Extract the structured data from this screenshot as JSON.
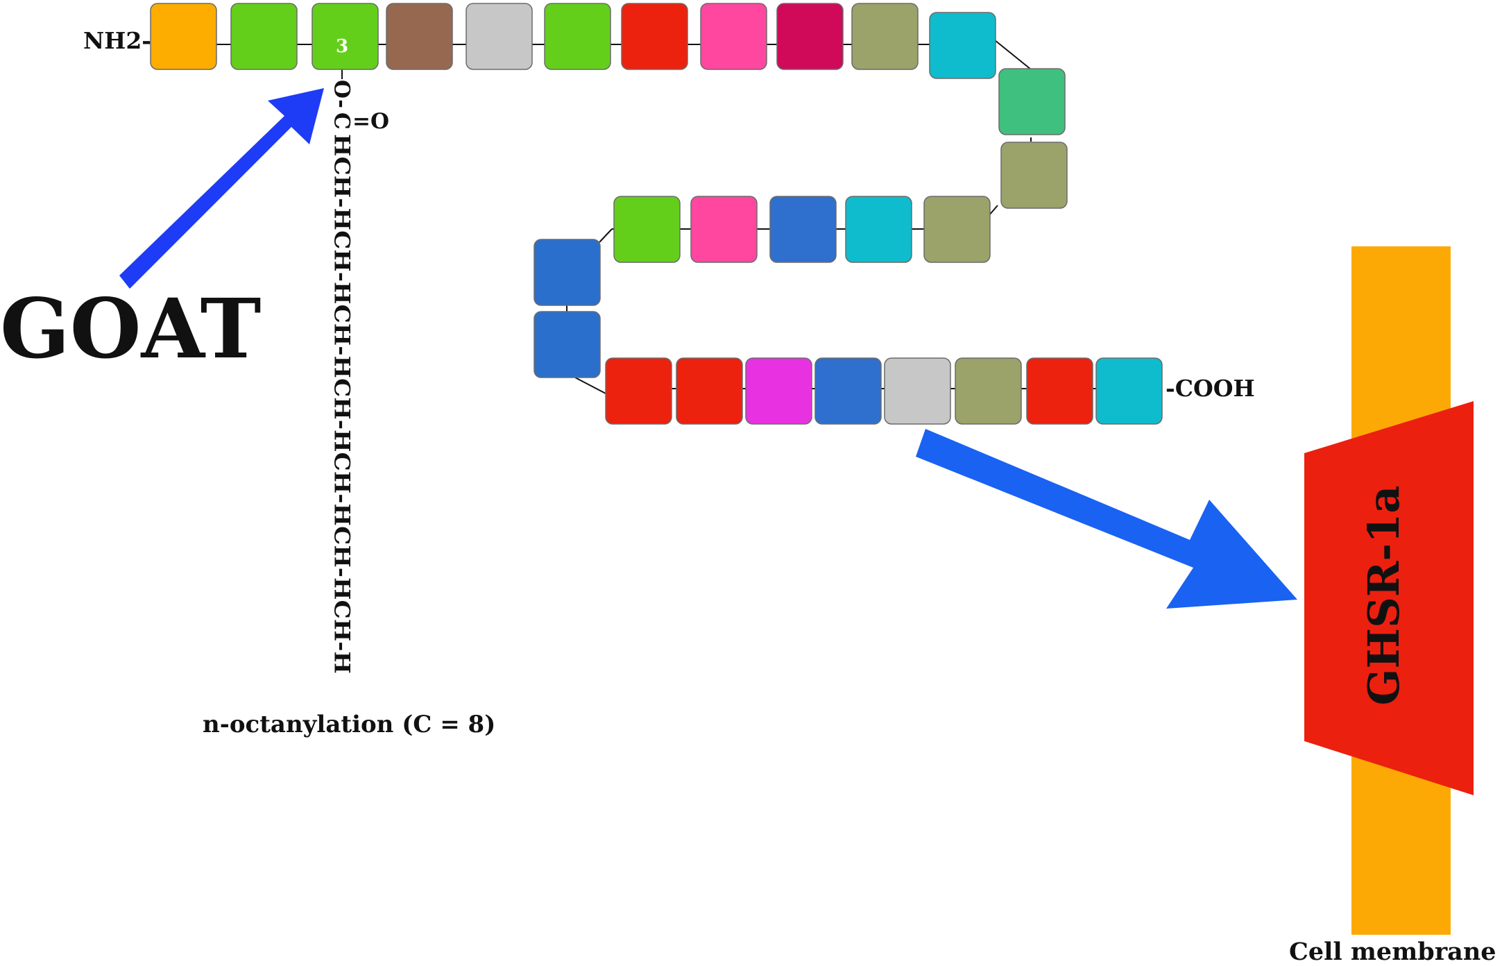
{
  "n_terminus_label": "NH2-",
  "c_terminus_label": "-COOH",
  "modified_residue_number": "3",
  "ester_label": "O-C=O",
  "ester_o_label": "O-",
  "ester_c_label": "C",
  "ester_double_o_label": "=O",
  "acyl_chain_text": "HCH-HCH-HCH-HCH-HCH-HCH-HCH-H",
  "enzyme_label": "GOAT",
  "modification_label": "n-octanylation (C = 8)",
  "receptor_label": "GHSR-1a",
  "membrane_label": "Cell membrane",
  "colors": {
    "arrow_blue_dark": "#1e3cf5",
    "arrow_blue_light": "#1962f2",
    "membrane": "#fda905",
    "receptor": "#ec200f",
    "link_line": "#111111",
    "residue_border": "#6b6b6b"
  },
  "residues": [
    {
      "position": 1,
      "color": "#fdac00"
    },
    {
      "position": 2,
      "color": "#64cf1a"
    },
    {
      "position": 3,
      "color": "#64cf1a"
    },
    {
      "position": 4,
      "color": "#966850"
    },
    {
      "position": 5,
      "color": "#c7c7c7"
    },
    {
      "position": 6,
      "color": "#64cf1a"
    },
    {
      "position": 7,
      "color": "#ec220f"
    },
    {
      "position": 8,
      "color": "#ff47a0"
    },
    {
      "position": 9,
      "color": "#d00a58"
    },
    {
      "position": 10,
      "color": "#9ba26a"
    },
    {
      "position": 11,
      "color": "#0fbccd"
    },
    {
      "position": 12,
      "color": "#40c07f"
    },
    {
      "position": 13,
      "color": "#9ba26a"
    },
    {
      "position": 14,
      "color": "#9ba26a"
    },
    {
      "position": 15,
      "color": "#0fbccd"
    },
    {
      "position": 16,
      "color": "#2f6fcd"
    },
    {
      "position": 17,
      "color": "#ff47a0"
    },
    {
      "position": 18,
      "color": "#64cf1a"
    },
    {
      "position": 19,
      "color": "#2b6fcd"
    },
    {
      "position": 20,
      "color": "#2b6fcd"
    },
    {
      "position": 21,
      "color": "#ec220f"
    },
    {
      "position": 22,
      "color": "#ec220f"
    },
    {
      "position": 23,
      "color": "#e832e1"
    },
    {
      "position": 24,
      "color": "#2f6fcd"
    },
    {
      "position": 25,
      "color": "#c7c7c7"
    },
    {
      "position": 26,
      "color": "#9ba26a"
    },
    {
      "position": 27,
      "color": "#ec220f"
    },
    {
      "position": 28,
      "color": "#0fbccd"
    }
  ]
}
